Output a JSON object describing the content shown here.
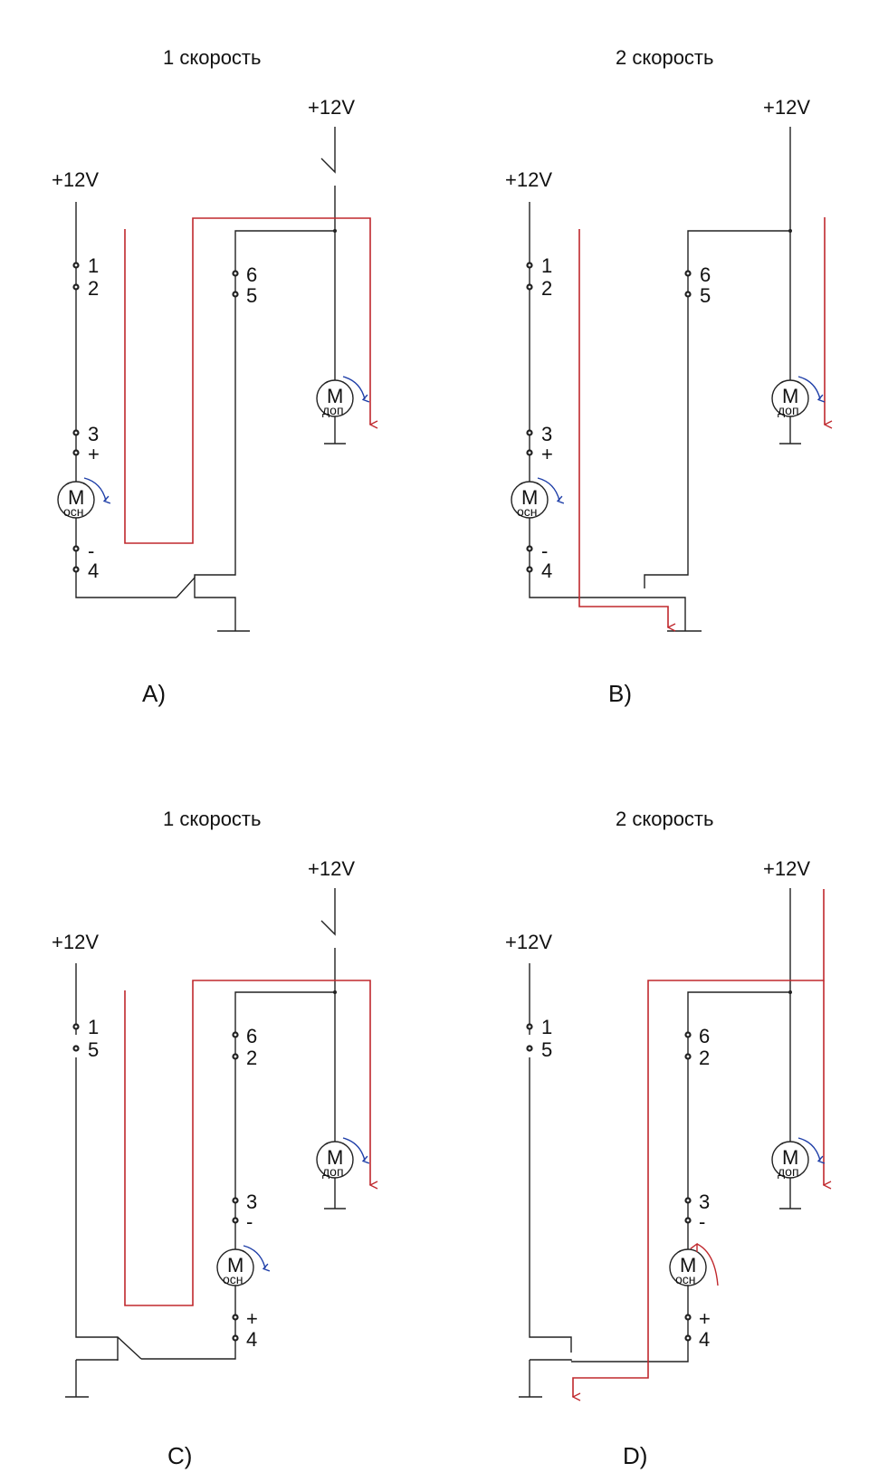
{
  "colors": {
    "wire": "#222222",
    "current_path": "#c0282d",
    "rotation_normal": "#1f3fa8",
    "rotation_reverse": "#c0282d"
  },
  "panels": [
    {
      "id": "A",
      "title": "1 скорость",
      "caption": "A)",
      "supply_left": "+12V",
      "supply_right": "+12V",
      "terminals_left": [
        "1",
        "2",
        "3",
        "+",
        "-",
        "4"
      ],
      "terminals_mid": [
        "6",
        "5"
      ],
      "motor_main": {
        "letter": "M",
        "sub": "осн"
      },
      "motor_aux": {
        "letter": "M",
        "sub": "доп"
      }
    },
    {
      "id": "B",
      "title": "2 скорость",
      "caption": "B)",
      "supply_left": "+12V",
      "supply_right": "+12V",
      "terminals_left": [
        "1",
        "2",
        "3",
        "+",
        "-",
        "4"
      ],
      "terminals_mid": [
        "6",
        "5"
      ],
      "motor_main": {
        "letter": "M",
        "sub": "осн"
      },
      "motor_aux": {
        "letter": "M",
        "sub": "доп"
      }
    },
    {
      "id": "C",
      "title": "1 скорость",
      "caption": "C)",
      "supply_left": "+12V",
      "supply_right": "+12V",
      "terminals_left": [
        "1",
        "5"
      ],
      "terminals_mid": [
        "6",
        "2",
        "3",
        "-",
        "+",
        "4"
      ],
      "motor_main": {
        "letter": "M",
        "sub": "осн"
      },
      "motor_aux": {
        "letter": "M",
        "sub": "доп"
      }
    },
    {
      "id": "D",
      "title": "2 скорость",
      "caption": "D)",
      "supply_left": "+12V",
      "supply_right": "+12V",
      "terminals_left": [
        "1",
        "5"
      ],
      "terminals_mid": [
        "6",
        "2",
        "3",
        "-",
        "+",
        "4"
      ],
      "motor_main": {
        "letter": "M",
        "sub": "осн"
      },
      "motor_aux": {
        "letter": "M",
        "sub": "доп"
      }
    }
  ]
}
